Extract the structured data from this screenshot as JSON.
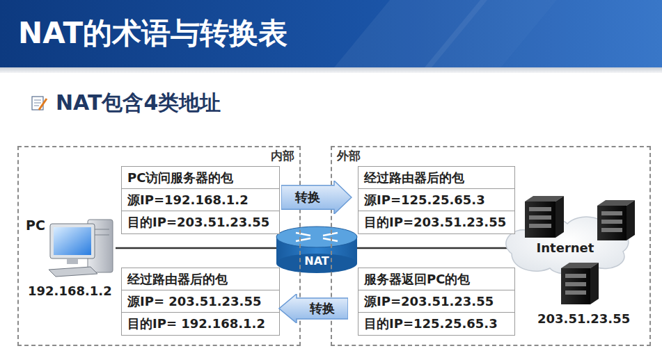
{
  "diagram": {
    "title": "NAT的术语与转换表",
    "nodes": [
      {
        "text": [
          "内部"
        ]
      },
      {
        "text": [
          "外部"
        ]
      },
      {
        "text": [
          "PC访问服务器的包",
          "源IP=192.168.1.2",
          "目的IP=203.51.23.55"
        ],
        "in": 0
      },
      {
        "text": [
          "转换"
        ]
      },
      {
        "text": [
          "经过路由器后的包",
          "源IP=125.25.65.3",
          "目的IP=203.51.23.55"
        ],
        "in": 1
      },
      {
        "text": [
          "经过路由器后的包",
          "源IP= 203.51.23.55",
          "目的IP= 192.168.1.2"
        ],
        "in": 0
      },
      {
        "text": [
          "转换"
        ]
      },
      {
        "text": [
          "服务器返回PC的包",
          "源IP=203.51.23.55",
          "目的IP=125.25.65.3"
        ],
        "in": 1
      }
    ],
    "labels": [
      "NAT包含4类地址",
      "PC",
      "192.168.1.2",
      "NAT",
      "Internet",
      "203.51.23.55"
    ]
  }
}
